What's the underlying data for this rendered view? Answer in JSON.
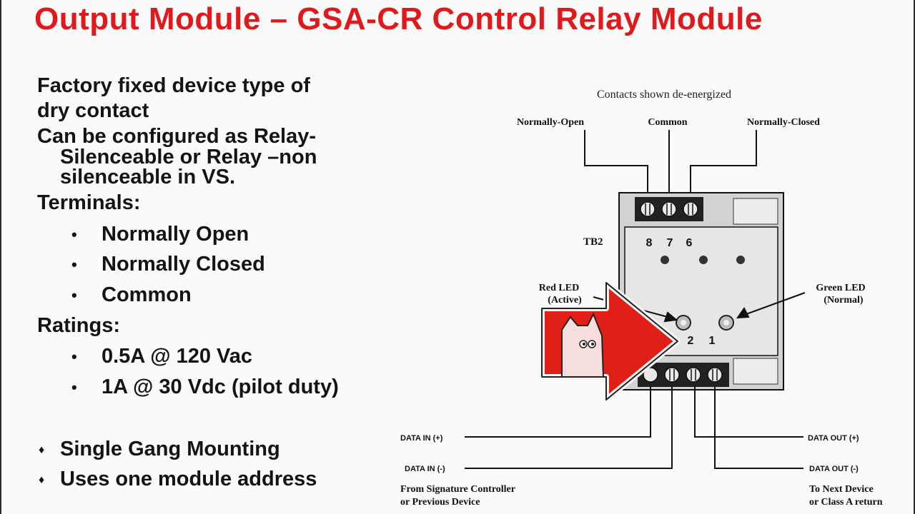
{
  "title": "Output Module – GSA-CR Control Relay Module",
  "left": {
    "line1": "Factory fixed device type of",
    "line2": "dry contact",
    "line3": "Can be configured as Relay-",
    "line4": "Silenceable or Relay –non",
    "line5": "silenceable in VS.",
    "terminals_heading": "Terminals:",
    "terminals": [
      "Normally Open",
      "Normally Closed",
      "Common"
    ],
    "ratings_heading": "Ratings:",
    "ratings": [
      "0.5A @ 120 Vac",
      "1A @ 30 Vdc (pilot duty)"
    ],
    "features": [
      "Single Gang Mounting",
      "Uses one module address"
    ],
    "bullet_glyph": "•",
    "diamond_glyph": "♦"
  },
  "diagram": {
    "contacts_note": "Contacts shown de-energized",
    "label_no": "Normally-Open",
    "label_common": "Common",
    "label_nc": "Normally-Closed",
    "tb2": "TB2",
    "term_8": "8",
    "term_7": "7",
    "term_6": "6",
    "red_led_1": "Red LED",
    "red_led_2": "(Active)",
    "green_led_1": "Green LED",
    "green_led_2": "(Normal)",
    "term_2": "2",
    "term_1": "1",
    "data_in_plus": "DATA IN (+)",
    "data_in_minus": "DATA IN (-)",
    "data_out_plus": "DATA OUT (+)",
    "data_out_minus": "DATA OUT (-)",
    "from_1": "From Signature Controller",
    "from_2": "or Previous Device",
    "to_1": "To Next Device",
    "to_2": "or Class A return"
  },
  "colors": {
    "title_red": "#e0191c",
    "arrow_red": "#e02018",
    "module_gray": "#d2d2d2"
  }
}
